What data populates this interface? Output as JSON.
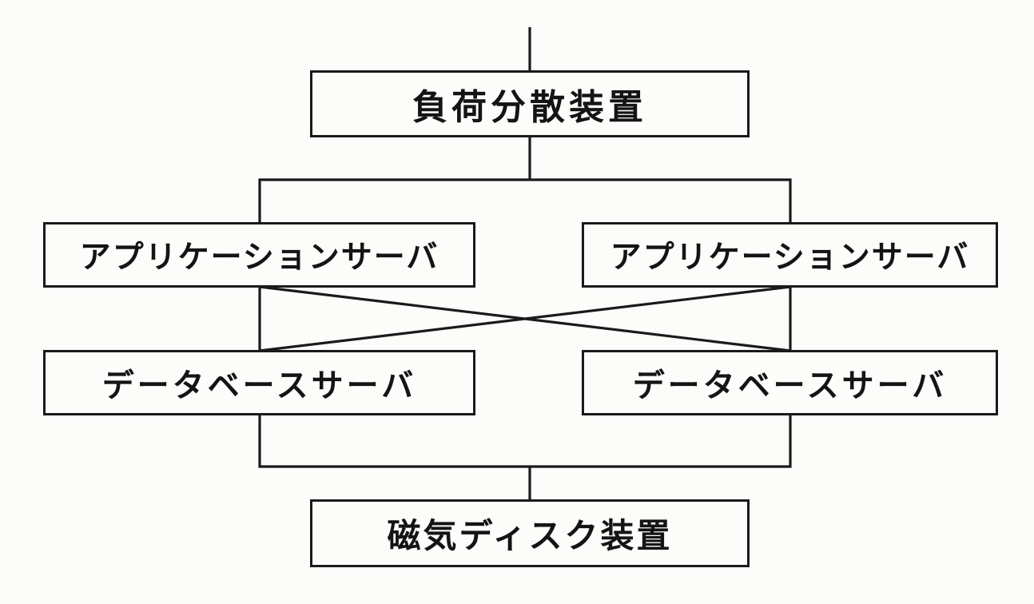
{
  "diagram": {
    "description": "server-system-configuration-diagram",
    "colors": {
      "paper": "#fcfcfa",
      "line": "#1a1a1a",
      "text": "#141414"
    },
    "nodes": {
      "load_balancer": {
        "label": "負荷分散装置"
      },
      "app_server_left": {
        "label": "アプリケーションサーバ"
      },
      "app_server_right": {
        "label": "アプリケーションサーバ"
      },
      "db_server_left": {
        "label": "データベースサーバ"
      },
      "db_server_right": {
        "label": "データベースサーバ"
      },
      "disk_unit": {
        "label": "磁気ディスク装置"
      }
    },
    "edges": [
      {
        "from": "external-network",
        "to": "load_balancer"
      },
      {
        "from": "load_balancer",
        "to": "app_server_left"
      },
      {
        "from": "load_balancer",
        "to": "app_server_right"
      },
      {
        "from": "app_server_left",
        "to": "db_server_left"
      },
      {
        "from": "app_server_left",
        "to": "db_server_right"
      },
      {
        "from": "app_server_right",
        "to": "db_server_left"
      },
      {
        "from": "app_server_right",
        "to": "db_server_right"
      },
      {
        "from": "db_server_left",
        "to": "disk_unit"
      },
      {
        "from": "db_server_right",
        "to": "disk_unit"
      }
    ]
  }
}
